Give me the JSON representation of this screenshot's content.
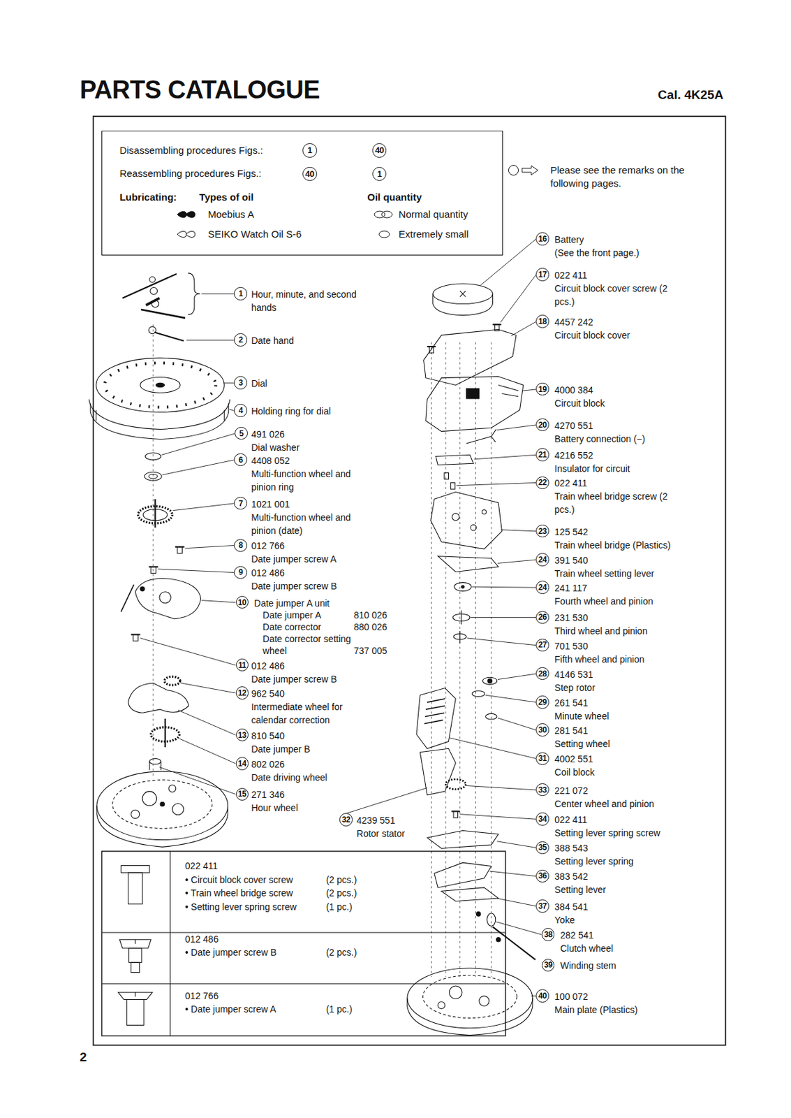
{
  "diagram": {
    "title": "PARTS CATALOGUE",
    "nodes": [
      {
        "text": [
          "Disassembling procedures Figs.:",
          "Reassembling procedures Figs.:",
          "Lubricating:",
          "Types of oil",
          "Oil quantity"
        ]
      },
      {
        "text": [
          "1"
        ],
        "in": 0
      },
      {
        "text": [
          "40"
        ],
        "in": 0
      },
      {
        "text": [
          "40"
        ],
        "in": 0
      },
      {
        "text": [
          "1"
        ],
        "in": 0
      },
      {
        "text": [
          "1",
          "Hour, minute, and second hands"
        ]
      },
      {
        "text": [
          "2",
          "Date hand"
        ]
      },
      {
        "text": [
          "3",
          "Dial"
        ]
      },
      {
        "text": [
          "4",
          "Holding ring for dial"
        ]
      },
      {
        "text": [
          "5",
          "491 026",
          "Dial washer"
        ]
      },
      {
        "text": [
          "6",
          "4408 052",
          "Multi-function wheel and pinion ring"
        ]
      },
      {
        "text": [
          "7",
          "1021 001",
          "Multi-function wheel and pinion (date)"
        ]
      },
      {
        "text": [
          "8",
          "012 766",
          "Date jumper screw A"
        ]
      },
      {
        "text": [
          "9",
          "012 486",
          "Date jumper screw B"
        ]
      },
      {
        "text": [
          "10",
          "Date jumper A unit",
          "Date jumper A",
          "810 026",
          "Date corrector",
          "880 026",
          "Date corrector setting wheel",
          "737 005"
        ]
      },
      {
        "text": [
          "11",
          "012 486",
          "Date jumper screw B"
        ]
      },
      {
        "text": [
          "12",
          "962 540",
          "Intermediate wheel for calendar correction"
        ]
      },
      {
        "text": [
          "13",
          "810 540",
          "Date jumper B"
        ]
      },
      {
        "text": [
          "14",
          "802 026",
          "Date driving wheel"
        ]
      },
      {
        "text": [
          "15",
          "271 346",
          "Hour wheel"
        ]
      },
      {
        "text": [
          "16",
          "Battery",
          "(See the front page.)"
        ]
      },
      {
        "text": [
          "17",
          "022 411",
          "Circuit block cover screw (2 pcs.)"
        ]
      },
      {
        "text": [
          "18",
          "4457 242",
          "Circuit block cover"
        ]
      },
      {
        "text": [
          "19",
          "4000 384",
          "Circuit block"
        ]
      },
      {
        "text": [
          "20",
          "4270 551",
          "Battery connection (−)"
        ]
      },
      {
        "text": [
          "21",
          "4216 552",
          "Insulator for circuit"
        ]
      },
      {
        "text": [
          "22",
          "022 411",
          "Train wheel bridge screw (2 pcs.)"
        ]
      },
      {
        "text": [
          "23",
          "125 542",
          "Train wheel bridge (Plastics)"
        ]
      },
      {
        "text": [
          "24",
          "391 540",
          "Train wheel setting lever"
        ]
      },
      {
        "text": [
          "24",
          "241 117",
          "Fourth wheel and pinion"
        ]
      },
      {
        "text": [
          "26",
          "231 530",
          "Third wheel and pinion"
        ]
      },
      {
        "text": [
          "27",
          "701 530",
          "Fifth wheel and pinion"
        ]
      },
      {
        "text": [
          "28",
          "4146 531",
          "Step rotor"
        ]
      },
      {
        "text": [
          "29",
          "261 541",
          "Minute wheel"
        ]
      },
      {
        "text": [
          "30",
          "281 541",
          "Setting wheel"
        ]
      },
      {
        "text": [
          "31",
          "4002 551",
          "Coil block"
        ]
      },
      {
        "text": [
          "32",
          "4239 551",
          "Rotor stator"
        ]
      },
      {
        "text": [
          "33",
          "221 072",
          "Center wheel and pinion"
        ]
      },
      {
        "text": [
          "34",
          "022 411",
          "Setting lever spring screw"
        ]
      },
      {
        "text": [
          "35",
          "388 543",
          "Setting lever spring"
        ]
      },
      {
        "text": [
          "36",
          "383 542",
          "Setting lever"
        ]
      },
      {
        "text": [
          "37",
          "384 541",
          "Yoke"
        ]
      },
      {
        "text": [
          "38",
          "282 541",
          "Clutch wheel"
        ]
      },
      {
        "text": [
          "39",
          "Winding stem"
        ]
      },
      {
        "text": [
          "40",
          "100 072",
          "Main plate (Plastics)"
        ]
      }
    ],
    "edges": [
      {
        "from": 1,
        "to": 2,
        "arrow": "to"
      },
      {
        "from": 3,
        "to": 4,
        "arrow": "to"
      }
    ],
    "labels": [
      "Cal. 4K25A",
      "022 411",
      "• Circuit block cover screw",
      "(2 pcs.)",
      "• Train wheel bridge screw",
      "(2 pcs.)",
      "• Setting lever spring screw",
      "(1 pc.)",
      "012 486",
      "• Date jumper screw B",
      "(2 pcs.)",
      "012 766",
      "• Date jumper screw A",
      "(1 pc.)",
      "2"
    ],
    "legend": [
      {
        "text": "Please see the remarks on the following pages."
      },
      {
        "text": "Moebius A"
      },
      {
        "text": "Normal quantity"
      },
      {
        "text": "SEIKO Watch Oil S-6"
      },
      {
        "text": "Extremely small"
      }
    ]
  }
}
